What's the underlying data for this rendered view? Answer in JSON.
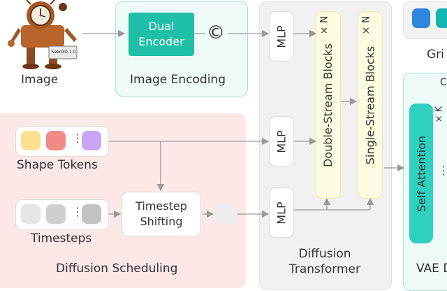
{
  "image_label": "Image",
  "robot_badge": "Seed3D-1.0",
  "image_encoding": {
    "label": "Image Encoding",
    "encoder": [
      "Dual",
      "Encoder"
    ],
    "concat_symbol": "©"
  },
  "diffusion_scheduling": {
    "label": "Diffusion Scheduling",
    "shape_tokens_label": "Shape Tokens",
    "timesteps_label": "Timesteps",
    "timestep_shifting": [
      "Timestep",
      "Shifting"
    ],
    "shape_token_colors": [
      "#fbe08f",
      "#f28b86",
      "#c9a4f7"
    ],
    "timestep_colors": [
      "#e6e6e6",
      "#cfcfcf",
      "#c2c2c2"
    ]
  },
  "diffusion_transformer": {
    "label": [
      "Diffusion",
      "Transformer"
    ],
    "mlp_label": "MLP",
    "double_stream": "Double-Stream Blocks",
    "single_stream": "Single-Stream Blocks",
    "repeat_n": "× N"
  },
  "right_panel": {
    "grid_label": "Gri",
    "top_letter": "C",
    "self_attention": "Self Attention",
    "repeat_k": "× K",
    "vae_label": "VAE D",
    "grid_colors": [
      "#2e86de",
      "#12b5b0"
    ]
  },
  "colors": {
    "teal_panel": "#eefaf7",
    "teal_border": "#a8e3d6",
    "teal_box": "#1fbfa8",
    "pink_panel": "#fde8e8",
    "gray_panel": "#f1f1f1",
    "yellow_block": "#fdfbe0",
    "sa_teal": "#2fd0bf"
  }
}
